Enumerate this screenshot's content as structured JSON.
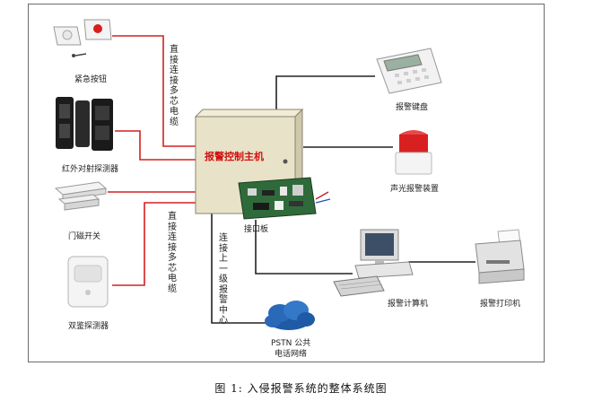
{
  "devices": {
    "emergency_button": "紧急按钮",
    "infrared_detector": "红外对射探测器",
    "door_magnet": "门磁开关",
    "dual_detector": "双鉴探测器",
    "alarm_keypad": "报警键盘",
    "sound_light_alarm": "声光报警装置",
    "alarm_computer": "报警计算机",
    "alarm_printer": "报警打印机",
    "pstn_line1": "PSTN 公共",
    "pstn_line2": "电话网络"
  },
  "host": {
    "title": "报警控制主机",
    "interface_board": "接口板"
  },
  "wiring": {
    "direct_top": "直接连接多芯电缆",
    "direct_bottom": "直接连接多芯电缆",
    "upper_center": "连接上一级报警中心"
  },
  "caption": "图 1: 入侵报警系统的整体系统图",
  "colors": {
    "red_wire": "#d42020",
    "dark_wire": "#222222",
    "host_box": "#e8e2c8",
    "cloud": "#2a5fa8"
  }
}
